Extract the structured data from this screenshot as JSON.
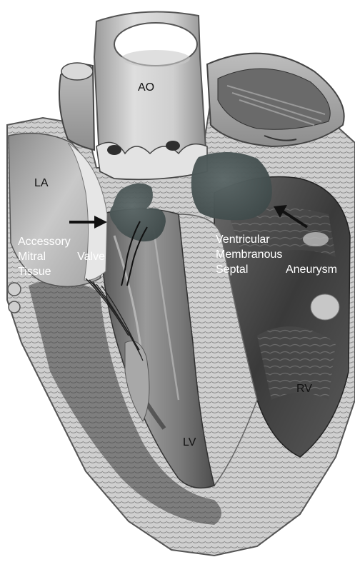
{
  "labels": {
    "ao": "AO",
    "la": "LA",
    "lv": "LV",
    "rv": "RV",
    "accessory": [
      "Accessory",
      "Mitral",
      "Valve",
      "Tissue"
    ],
    "vmsa": [
      "Ventricular",
      "Membranous",
      "Septal",
      "Aneurysm"
    ]
  },
  "colors": {
    "highlight": "#4b5757",
    "tissue_dark": "#2f2f2f",
    "tissue_mid": "#8a8a8a",
    "tissue_light": "#d6d6d6"
  }
}
